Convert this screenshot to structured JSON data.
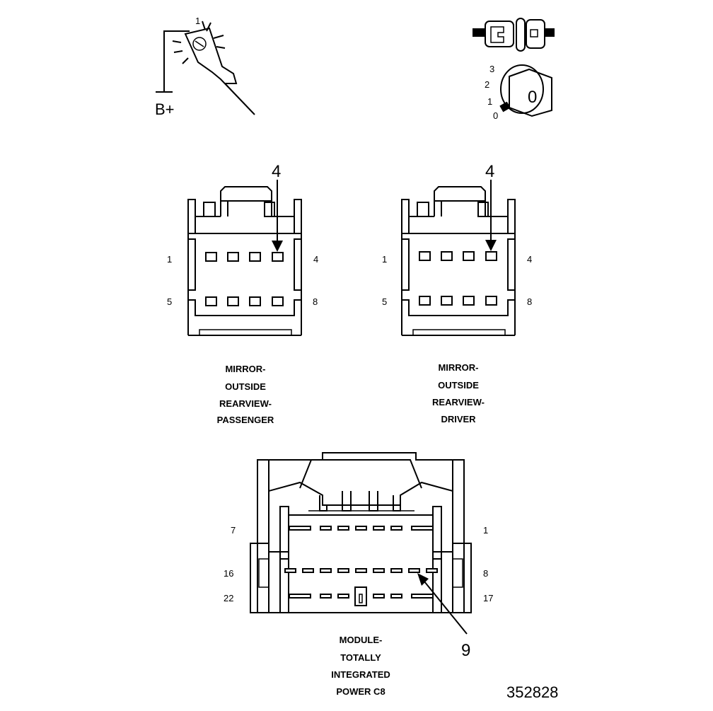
{
  "probe": {
    "label_b_plus": "B+",
    "label_1": "1"
  },
  "ignition": {
    "positions": [
      "3",
      "2",
      "1",
      "0"
    ],
    "key_mark": "0"
  },
  "connectors": {
    "passenger": {
      "callout": "4",
      "pin_left_top": "1",
      "pin_right_top": "4",
      "pin_left_bottom": "5",
      "pin_right_bottom": "8",
      "caption": [
        "MIRROR-",
        "OUTSIDE",
        "REARVIEW-",
        "PASSENGER"
      ]
    },
    "driver": {
      "callout": "4",
      "pin_left_top": "1",
      "pin_right_top": "4",
      "pin_left_bottom": "5",
      "pin_right_bottom": "8",
      "caption": [
        "MIRROR-",
        "OUTSIDE",
        "REARVIEW-",
        "DRIVER"
      ]
    },
    "module": {
      "callout": "9",
      "row1_left": "7",
      "row1_right": "1",
      "row2_left": "16",
      "row2_right": "8",
      "row3_left": "22",
      "row3_right": "17",
      "caption": [
        "MODULE-",
        "TOTALLY",
        "INTEGRATED",
        "POWER C8"
      ]
    }
  },
  "figure_number": "352828"
}
